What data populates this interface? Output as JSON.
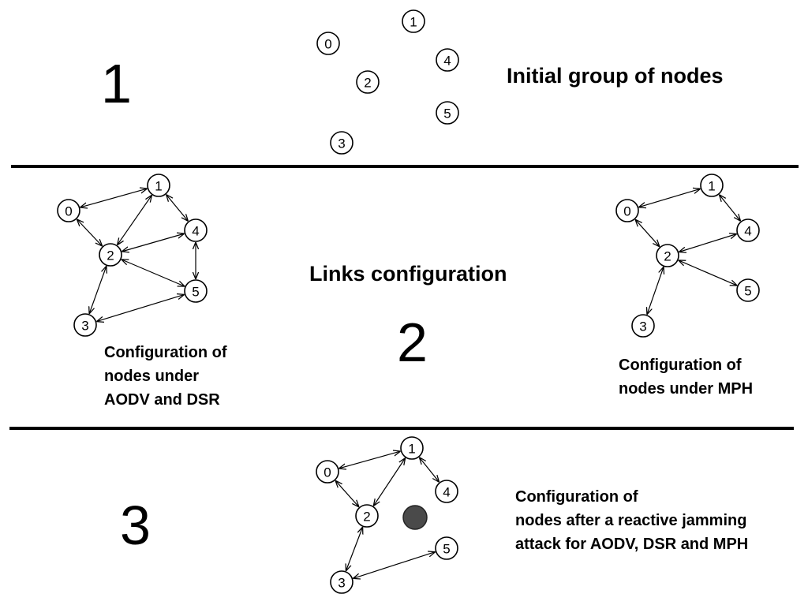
{
  "colors": {
    "line": "#000000",
    "node_fill": "#ffffff",
    "jammer": "#4a4a4a"
  },
  "section1": {
    "number": "1",
    "title": "Initial group of nodes",
    "nodes": [
      "0",
      "1",
      "2",
      "3",
      "4",
      "5"
    ]
  },
  "section2": {
    "number": "2",
    "title": "Links configuration",
    "left_caption": [
      "Configuration of",
      "nodes under",
      "AODV and DSR"
    ],
    "right_caption": [
      "Configuration of",
      "nodes under MPH"
    ],
    "left_links": [
      [
        "1",
        "0"
      ],
      [
        "1",
        "2"
      ],
      [
        "1",
        "4"
      ],
      [
        "0",
        "2"
      ],
      [
        "4",
        "2"
      ],
      [
        "4",
        "5"
      ],
      [
        "2",
        "5"
      ],
      [
        "2",
        "3"
      ],
      [
        "3",
        "5"
      ]
    ],
    "right_links": [
      [
        "1",
        "0"
      ],
      [
        "1",
        "4"
      ],
      [
        "0",
        "2"
      ],
      [
        "4",
        "2"
      ],
      [
        "2",
        "5"
      ],
      [
        "2",
        "3"
      ]
    ]
  },
  "section3": {
    "number": "3",
    "caption": [
      "Configuration of",
      "nodes after a reactive jamming",
      "attack for AODV, DSR  and MPH"
    ],
    "links": [
      [
        "1",
        "0"
      ],
      [
        "1",
        "2"
      ],
      [
        "1",
        "4"
      ],
      [
        "0",
        "2"
      ],
      [
        "2",
        "3"
      ],
      [
        "3",
        "5"
      ]
    ],
    "jammer": "jammer-node"
  }
}
